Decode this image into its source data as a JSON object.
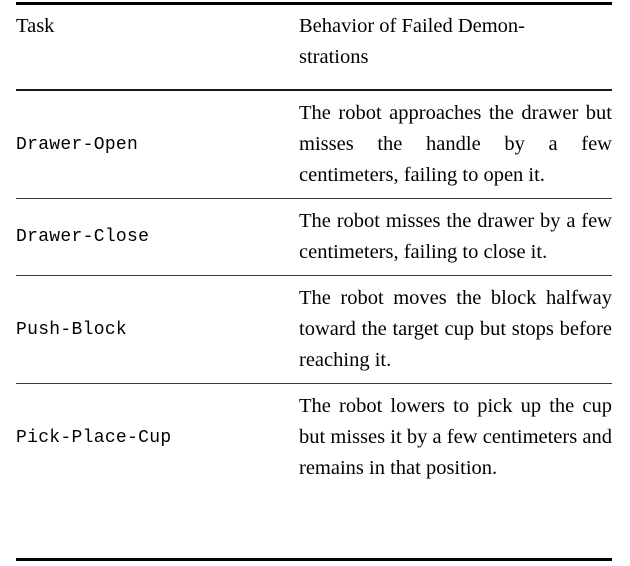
{
  "table": {
    "columns": [
      {
        "key": "task",
        "header": "Task"
      },
      {
        "key": "behavior",
        "header": "Behavior of Failed Demon-­strations"
      }
    ],
    "header": {
      "task": "Task",
      "behavior_line1": "Behavior of Failed Demon-",
      "behavior_line2": "strations"
    },
    "rows": [
      {
        "task": "Drawer-Open",
        "behavior": "The robot approaches the drawer but misses the handle by a few centimeters, failing to open it."
      },
      {
        "task": "Drawer-Close",
        "behavior": "The robot misses the drawer by a few centimeters, failing to close it."
      },
      {
        "task": "Push-Block",
        "behavior": "The robot moves the block halfway toward the target cup but stops before reaching it."
      },
      {
        "task": "Pick-Place-Cup",
        "behavior": "The robot lowers to pick up the cup but misses it by a few centimeters and remains in that position."
      }
    ]
  },
  "style": {
    "text_color": "#000000",
    "background_color": "#ffffff",
    "rule_color": "#000000",
    "inner_rule_color": "#3a3a3a"
  }
}
